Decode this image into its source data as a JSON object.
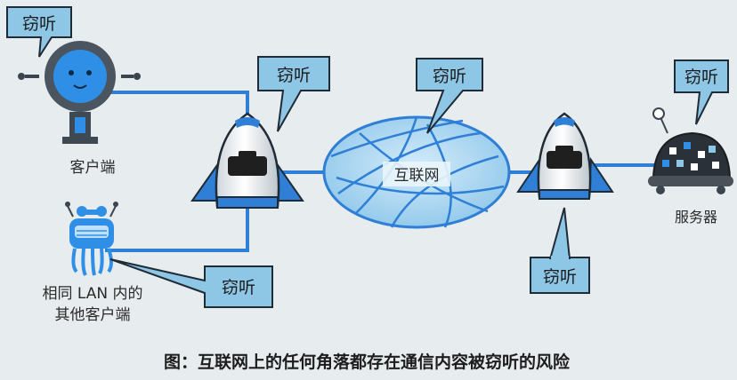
{
  "eavesdrop_label": "窃听",
  "nodes": {
    "client": "客户端",
    "lan_line1": "相同 LAN 内的",
    "lan_line2": "其他客户端",
    "internet": "互联网",
    "server": "服务器"
  },
  "caption": "图：互联网上的任何角落都存在通信内容被窃听的风险",
  "colors": {
    "line": "#2f7fd6",
    "bubble": "#8ec6e6",
    "bubble_stroke": "#1f2b36",
    "cloud": "#a9d6f2"
  }
}
